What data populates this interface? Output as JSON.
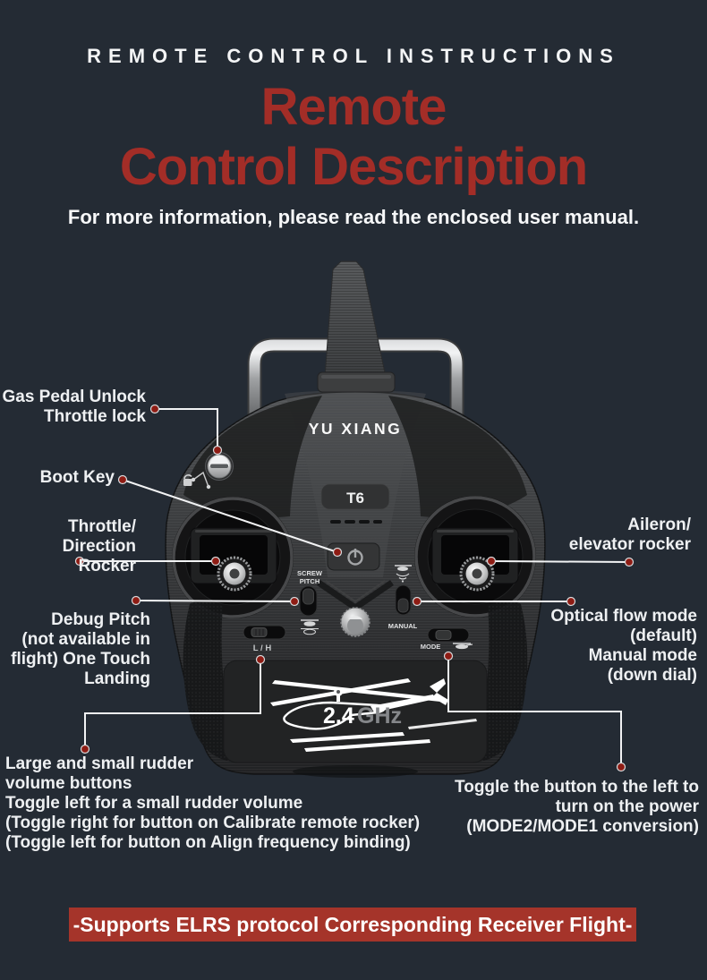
{
  "header": {
    "eyebrow": "REMOTE CONTROL INSTRUCTIONS",
    "title_line1": "Remote",
    "title_line2": "Control Description",
    "subtitle": "For more information, please read the enclosed user manual."
  },
  "remote": {
    "brand": "YU XIANG",
    "model": "T6",
    "screw_pitch_line1": "SCREW",
    "screw_pitch_line2": "PITCH",
    "manual_label": "MANUAL",
    "mode_label": "MODE",
    "lh_label": "L / H",
    "frequency": "2.4",
    "frequency_unit": "GHz"
  },
  "annotations": {
    "gas_pedal": "Gas Pedal Unlock\nThrottle lock",
    "boot_key": "Boot Key",
    "throttle_rocker": "Throttle/\nDirection Rocker",
    "debug_pitch": "Debug Pitch\n(not available in\nflight) One Touch\nLanding",
    "rudder_volume": "Large and small rudder\nvolume buttons\nToggle left for a small rudder volume\n(Toggle right for button on Calibrate remote rocker)\n(Toggle left for button on Align frequency binding)",
    "aileron_rocker": "Aileron/\nelevator rocker",
    "optical_flow": "Optical flow mode\n(default)\nManual mode\n(down dial)",
    "power_toggle": "Toggle the button to the left to\nturn on the power\n(MODE2/MODE1 conversion)"
  },
  "footer": {
    "banner": "-Supports ELRS protocol Corresponding Receiver Flight-"
  },
  "colors": {
    "background": "#242b34",
    "accent_red": "#a32d27",
    "banner_red": "#a5342a",
    "text_white": "#f2f3f4",
    "leader_dot_red": "#8e1c14"
  }
}
